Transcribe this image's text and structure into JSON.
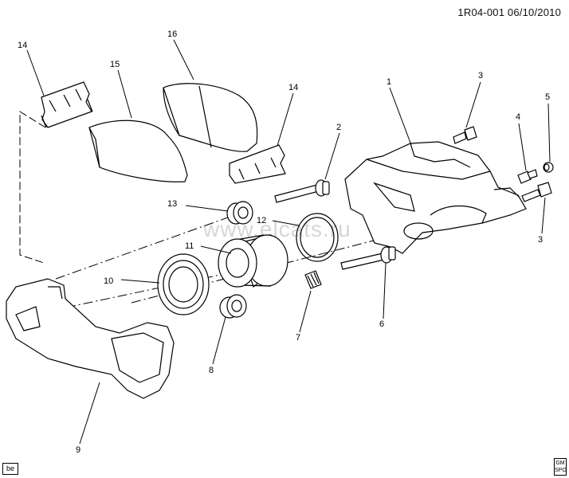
{
  "header": {
    "ref_code": "1R04-001  06/10/2010"
  },
  "footer": {
    "corner_tag": "be",
    "badge_text": "GM\nSPO"
  },
  "watermark": "www.elcats.ru",
  "callouts": [
    {
      "id": "c1",
      "label": "1"
    },
    {
      "id": "c2",
      "label": "2"
    },
    {
      "id": "c3a",
      "label": "3"
    },
    {
      "id": "c3b",
      "label": "3"
    },
    {
      "id": "c4",
      "label": "4"
    },
    {
      "id": "c5",
      "label": "5"
    },
    {
      "id": "c6",
      "label": "6"
    },
    {
      "id": "c7",
      "label": "7"
    },
    {
      "id": "c8",
      "label": "8"
    },
    {
      "id": "c9",
      "label": "9"
    },
    {
      "id": "c10",
      "label": "10"
    },
    {
      "id": "c11",
      "label": "11"
    },
    {
      "id": "c12",
      "label": "12"
    },
    {
      "id": "c13",
      "label": "13"
    },
    {
      "id": "c14a",
      "label": "14"
    },
    {
      "id": "c14b",
      "label": "14"
    },
    {
      "id": "c15",
      "label": "15"
    },
    {
      "id": "c16",
      "label": "16"
    }
  ],
  "parts": [
    {
      "name": "caliper-housing",
      "callout": "1"
    },
    {
      "name": "guide-pin-upper",
      "callout": "2"
    },
    {
      "name": "caliper-bolt",
      "callout": "3"
    },
    {
      "name": "bleeder-valve",
      "callout": "4"
    },
    {
      "name": "bleeder-cap",
      "callout": "5"
    },
    {
      "name": "guide-pin-lower",
      "callout": "6"
    },
    {
      "name": "bushing",
      "callout": "7"
    },
    {
      "name": "pin-boot-lower",
      "callout": "8"
    },
    {
      "name": "caliper-bracket",
      "callout": "9"
    },
    {
      "name": "piston-boot",
      "callout": "10"
    },
    {
      "name": "piston",
      "callout": "11"
    },
    {
      "name": "piston-seal",
      "callout": "12"
    },
    {
      "name": "pin-boot-upper",
      "callout": "13"
    },
    {
      "name": "pad-clip",
      "callout": "14"
    },
    {
      "name": "inner-brake-pad",
      "callout": "15"
    },
    {
      "name": "outer-brake-pad",
      "callout": "16"
    }
  ]
}
